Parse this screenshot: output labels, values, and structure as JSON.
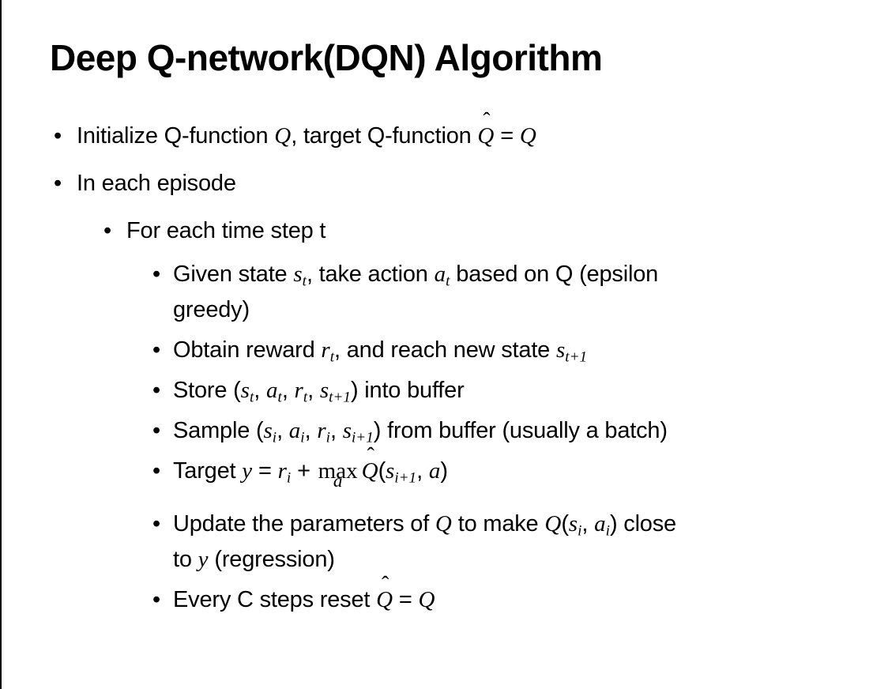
{
  "title": "Deep Q-network(DQN) Algorithm",
  "bullet_glyph": "•",
  "colors": {
    "background": "#ffffff",
    "text": "#000000",
    "border": "#000000"
  },
  "bullets": [
    {
      "level": 1,
      "lines": [
        [
          {
            "t": "txt",
            "v": "Initialize Q-function "
          },
          {
            "t": "var",
            "v": "Q"
          },
          {
            "t": "txt",
            "v": ", target Q-function "
          },
          {
            "t": "hat",
            "v": "Q"
          },
          {
            "t": "txt",
            "v": " = "
          },
          {
            "t": "var",
            "v": "Q"
          }
        ]
      ]
    },
    {
      "level": 1,
      "lines": [
        [
          {
            "t": "txt",
            "v": "In each episode"
          }
        ]
      ]
    },
    {
      "level": 2,
      "lines": [
        [
          {
            "t": "txt",
            "v": "For each time step t"
          }
        ]
      ]
    },
    {
      "level": 3,
      "lines": [
        [
          {
            "t": "txt",
            "v": "Given state "
          },
          {
            "t": "var",
            "v": "s"
          },
          {
            "t": "sub",
            "v": "t"
          },
          {
            "t": "txt",
            "v": ", take action "
          },
          {
            "t": "var",
            "v": "a"
          },
          {
            "t": "sub",
            "v": "t"
          },
          {
            "t": "txt",
            "v": " based on Q (epsilon"
          }
        ],
        [
          {
            "t": "txt",
            "v": "greedy)"
          }
        ]
      ]
    },
    {
      "level": 3,
      "lines": [
        [
          {
            "t": "txt",
            "v": "Obtain reward "
          },
          {
            "t": "var",
            "v": "r"
          },
          {
            "t": "sub",
            "v": "t"
          },
          {
            "t": "txt",
            "v": ", and reach new state "
          },
          {
            "t": "var",
            "v": "s"
          },
          {
            "t": "sub",
            "v": "t+1"
          }
        ]
      ]
    },
    {
      "level": 3,
      "lines": [
        [
          {
            "t": "txt",
            "v": "Store ("
          },
          {
            "t": "var",
            "v": "s"
          },
          {
            "t": "sub",
            "v": "t"
          },
          {
            "t": "txt",
            "v": ", "
          },
          {
            "t": "var",
            "v": "a"
          },
          {
            "t": "sub",
            "v": "t"
          },
          {
            "t": "txt",
            "v": ", "
          },
          {
            "t": "var",
            "v": "r"
          },
          {
            "t": "sub",
            "v": "t"
          },
          {
            "t": "txt",
            "v": ", "
          },
          {
            "t": "var",
            "v": "s"
          },
          {
            "t": "sub",
            "v": "t+1"
          },
          {
            "t": "txt",
            "v": ") into buffer"
          }
        ]
      ]
    },
    {
      "level": 3,
      "lines": [
        [
          {
            "t": "txt",
            "v": "Sample ("
          },
          {
            "t": "var",
            "v": "s"
          },
          {
            "t": "sub",
            "v": "i"
          },
          {
            "t": "txt",
            "v": ", "
          },
          {
            "t": "var",
            "v": "a"
          },
          {
            "t": "sub",
            "v": "i"
          },
          {
            "t": "txt",
            "v": ", "
          },
          {
            "t": "var",
            "v": "r"
          },
          {
            "t": "sub",
            "v": "i"
          },
          {
            "t": "txt",
            "v": ", "
          },
          {
            "t": "var",
            "v": "s"
          },
          {
            "t": "sub",
            "v": "i+1"
          },
          {
            "t": "txt",
            "v": ") from buffer (usually a batch)"
          }
        ]
      ]
    },
    {
      "level": 3,
      "lines": [
        [
          {
            "t": "txt",
            "v": "Target "
          },
          {
            "t": "var",
            "v": "y"
          },
          {
            "t": "txt",
            "v": " = "
          },
          {
            "t": "var",
            "v": "r"
          },
          {
            "t": "sub",
            "v": "i"
          },
          {
            "t": "txt",
            "v": " + "
          },
          {
            "t": "maxu",
            "v": "max",
            "u": "a"
          },
          {
            "t": "hat",
            "v": "Q"
          },
          {
            "t": "txt",
            "v": "("
          },
          {
            "t": "var",
            "v": "s"
          },
          {
            "t": "sub",
            "v": "i+1"
          },
          {
            "t": "txt",
            "v": ", "
          },
          {
            "t": "var",
            "v": "a"
          },
          {
            "t": "txt",
            "v": ")"
          }
        ]
      ]
    },
    {
      "level": 3,
      "lines": [
        [
          {
            "t": "txt",
            "v": "Update the parameters of "
          },
          {
            "t": "var",
            "v": "Q"
          },
          {
            "t": "txt",
            "v": " to make "
          },
          {
            "t": "var",
            "v": "Q"
          },
          {
            "t": "txt",
            "v": "("
          },
          {
            "t": "var",
            "v": "s"
          },
          {
            "t": "sub",
            "v": "i"
          },
          {
            "t": "txt",
            "v": ", "
          },
          {
            "t": "var",
            "v": "a"
          },
          {
            "t": "sub",
            "v": "i"
          },
          {
            "t": "txt",
            "v": ") close"
          }
        ],
        [
          {
            "t": "txt",
            "v": "to "
          },
          {
            "t": "var",
            "v": "y"
          },
          {
            "t": "txt",
            "v": " (regression)"
          }
        ]
      ]
    },
    {
      "level": 3,
      "lines": [
        [
          {
            "t": "txt",
            "v": "Every C steps reset "
          },
          {
            "t": "hat",
            "v": "Q"
          },
          {
            "t": "txt",
            "v": " = "
          },
          {
            "t": "var",
            "v": "Q"
          }
        ]
      ]
    }
  ]
}
